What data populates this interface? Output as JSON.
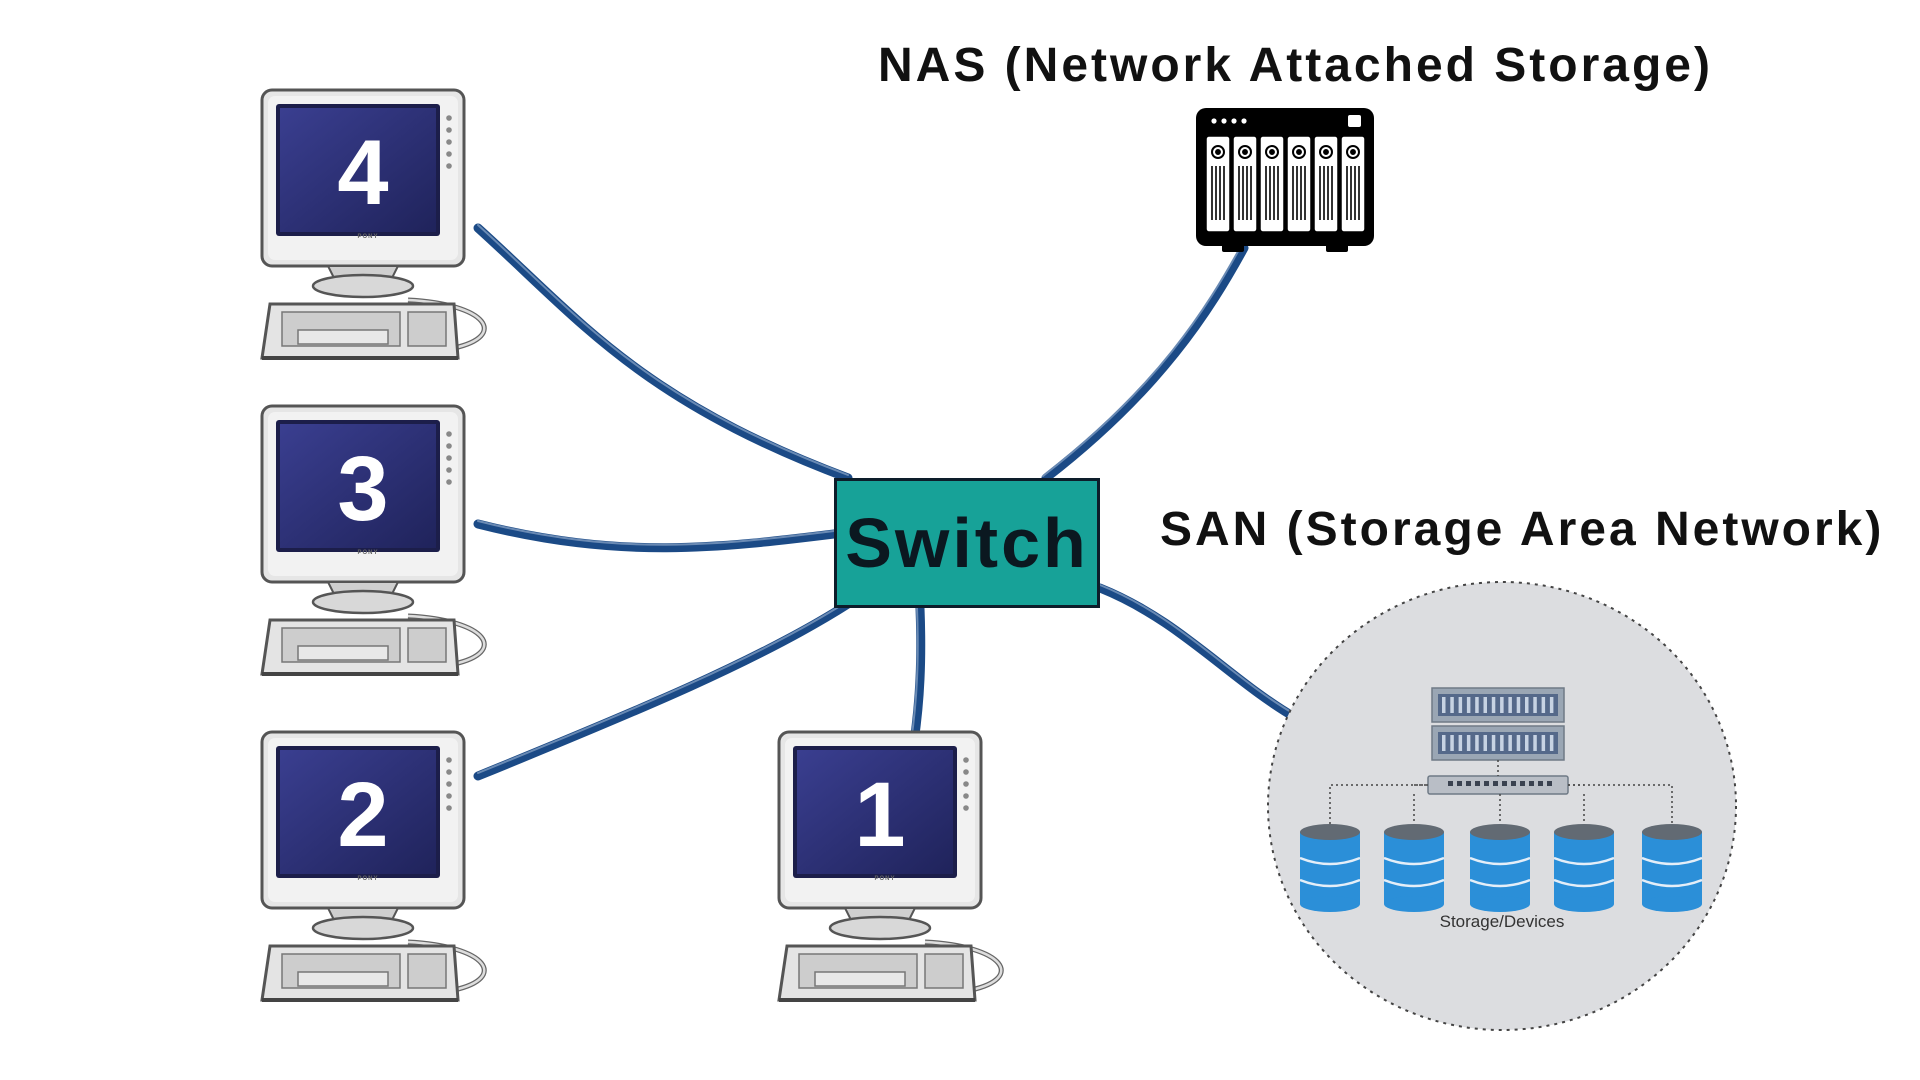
{
  "nas": {
    "heading": "NAS (Network Attached Storage)",
    "icon": "nas-server-icon"
  },
  "san": {
    "heading": "SAN (Storage Area Network)",
    "caption": "Storage/Devices",
    "icons": [
      "server-rack-icon",
      "network-switch-icon",
      "database-icon"
    ]
  },
  "switch": {
    "label": "Switch"
  },
  "computers": [
    {
      "number": "4",
      "brand": "PONY"
    },
    {
      "number": "3",
      "brand": "PONY"
    },
    {
      "number": "2",
      "brand": "PONY"
    },
    {
      "number": "1",
      "brand": "PONY"
    }
  ],
  "colors": {
    "cable": "#1b4a86",
    "switch_fill": "#17a298",
    "screen": "#2a2e78",
    "san_cloud": "#dcdde0",
    "database": "#2b8fd8",
    "nas_body": "#000000"
  }
}
